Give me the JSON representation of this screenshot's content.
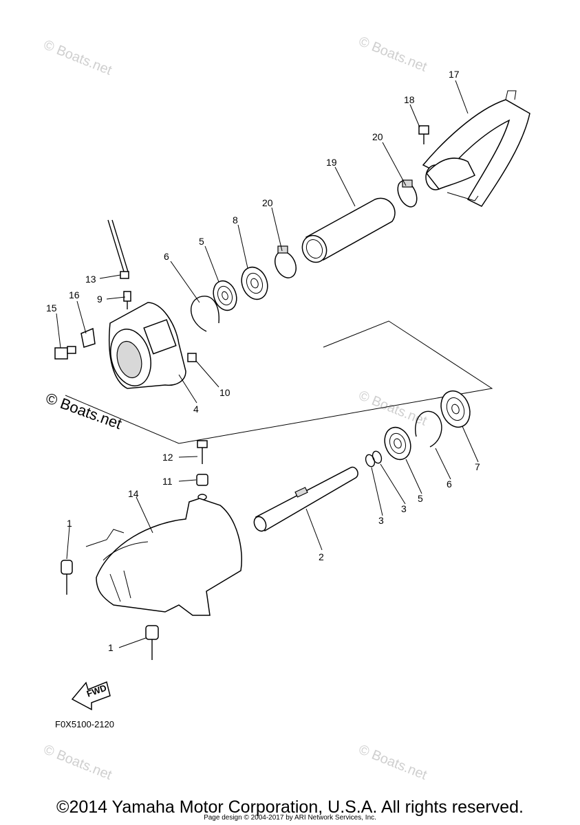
{
  "watermarks": {
    "light": "© Boats.net",
    "dark": "© Boats.net"
  },
  "callouts": {
    "c1a": "1",
    "c1b": "1",
    "c2": "2",
    "c3a": "3",
    "c3b": "3",
    "c4": "4",
    "c5a": "5",
    "c5b": "5",
    "c6a": "6",
    "c6b": "6",
    "c7": "7",
    "c8": "8",
    "c9": "9",
    "c10": "10",
    "c11": "11",
    "c12": "12",
    "c13": "13",
    "c14": "14",
    "c15": "15",
    "c16": "16",
    "c17": "17",
    "c18": "18",
    "c19": "19",
    "c20a": "20",
    "c20b": "20"
  },
  "fwd_label": "FWD",
  "diagram_code": "F0X5100-2120",
  "footer": {
    "copyright": "©2014 Yamaha Motor Corporation, U.S.A. All rights reserved.",
    "page_design": "Page design © 2004-2017 by ARI Network Services, Inc."
  }
}
